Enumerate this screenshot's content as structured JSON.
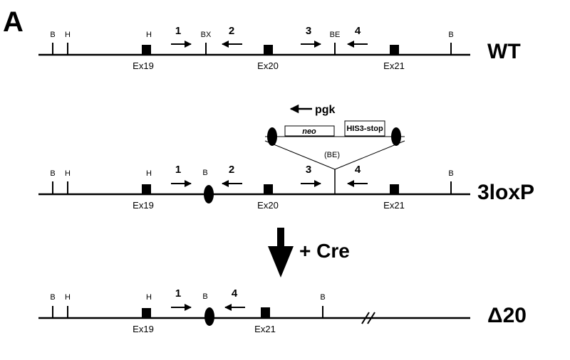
{
  "panel_label": "A",
  "cassette": {
    "promoter": "pgk",
    "neo": "neo",
    "his": "HIS3-stop",
    "insert_site": "(BE)"
  },
  "cre": "+ Cre",
  "rows": [
    {
      "name": "WT",
      "sites": [
        "B",
        "H",
        "H",
        "BX",
        "BE",
        "B"
      ],
      "exons": [
        "Ex19",
        "Ex20",
        "Ex21"
      ],
      "primers": [
        "1",
        "2",
        "3",
        "4"
      ]
    },
    {
      "name": "3loxP",
      "sites": [
        "B",
        "H",
        "H",
        "B",
        "B"
      ],
      "exons": [
        "Ex19",
        "Ex20",
        "Ex21"
      ],
      "primers": [
        "1",
        "2",
        "3",
        "4"
      ]
    },
    {
      "name": "Δ20",
      "sites": [
        "B",
        "H",
        "H",
        "B",
        "B"
      ],
      "exons": [
        "Ex19",
        "Ex21"
      ],
      "primers": [
        "1",
        "4"
      ]
    }
  ]
}
